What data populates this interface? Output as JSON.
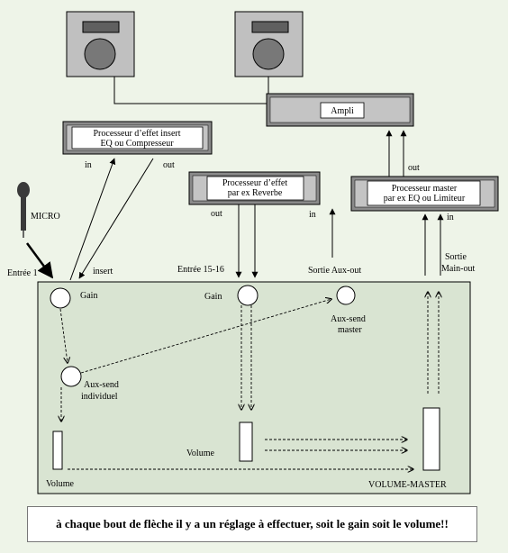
{
  "boxes": {
    "ampli": "Ampli",
    "insert_line1": "Processeur d’effet insert",
    "insert_line2": "EQ ou Compresseur",
    "reverb_line1": "Processeur d’effet",
    "reverb_line2": "par ex Reverbe",
    "master_line1": "Processeur master",
    "master_line2": "par ex EQ ou Limiteur"
  },
  "labels": {
    "in_insert": "in",
    "out_insert": "out",
    "out_reverb": "out",
    "in_reverb": "in",
    "out_master": "out",
    "in_master": "in",
    "micro": "MICRO",
    "entree1": "Entrée 1",
    "insert": "insert",
    "entree1516": "Entrée 15-16",
    "sortie_aux": "Sortie Aux-out",
    "sortie_main_1": "Sortie",
    "sortie_main_2": "Main-out",
    "gain_left": "Gain",
    "gain_mid": "Gain",
    "aux_master_1": "Aux-send",
    "aux_master_2": "master",
    "aux_ind_1": "Aux-send",
    "aux_ind_2": "individuel",
    "volume_mid": "Volume",
    "volume_left": "Volume",
    "volume_master": "VOLUME-MASTER"
  },
  "note": "à chaque bout de flèche il y a un réglage à effectuer, soit le gain soit le volume!!",
  "colors": {
    "background": "#eef4e8",
    "mixer": "#d9e4d2",
    "speaker": "#c0c0c0",
    "processor_outer": "#8a8a8a",
    "processor_inner": "#c4c4c4"
  }
}
